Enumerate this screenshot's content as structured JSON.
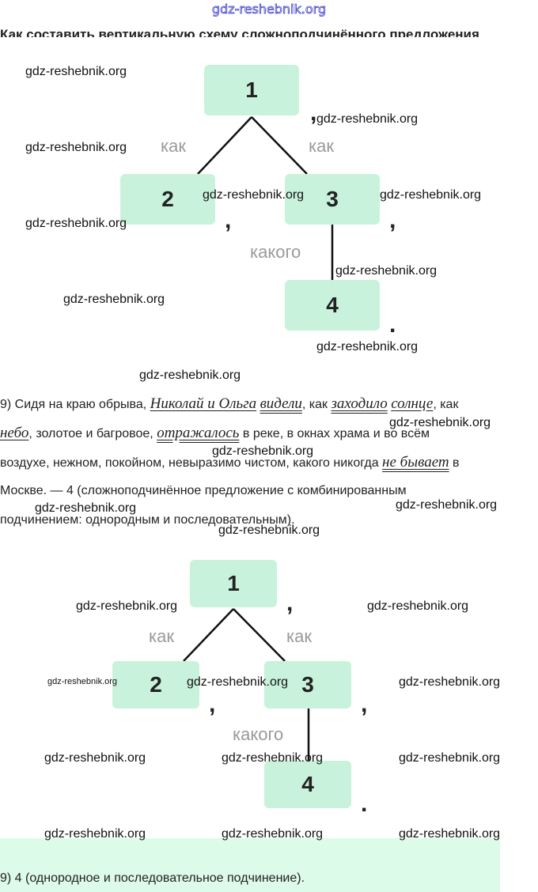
{
  "site_header": "gdz-reshebnik.org",
  "heading": "Как составить вертикальную схему сложноподчинённого предложения",
  "watermark": "gdz-reshebnik.org",
  "diagram1": {
    "boxes": [
      "1",
      "2",
      "3",
      "4"
    ],
    "conj_left": "как",
    "conj_right": "как",
    "conj_bottom": "какого",
    "comma": ",",
    "period": "."
  },
  "paragraph": {
    "l1": [
      "9) Сидя на краю обрыва, ",
      "Николай и Ольга",
      " ",
      "видели",
      ", как ",
      "заходило",
      " ",
      "солнце",
      ", как"
    ],
    "l2": [
      "небо",
      ", золотое и багровое, ",
      "отражалось",
      " в реке, в окнах храма и во всём"
    ],
    "l3": [
      "воздухе, нежном, покойном, невыразимо чистом, какого никогда ",
      "не бывает",
      " в"
    ],
    "l4": "Москве. — 4 (сложноподчинённое предложение с комбинированным",
    "l5": "подчинением: однородным и последовательным)."
  },
  "diagram2": {
    "boxes": [
      "1",
      "2",
      "3",
      "4"
    ],
    "conj_left": "как",
    "conj_right": "как",
    "conj_bottom": "какого",
    "comma": ",",
    "period": "."
  },
  "answer": "9) 4 (однородное и последовательное подчинение)."
}
